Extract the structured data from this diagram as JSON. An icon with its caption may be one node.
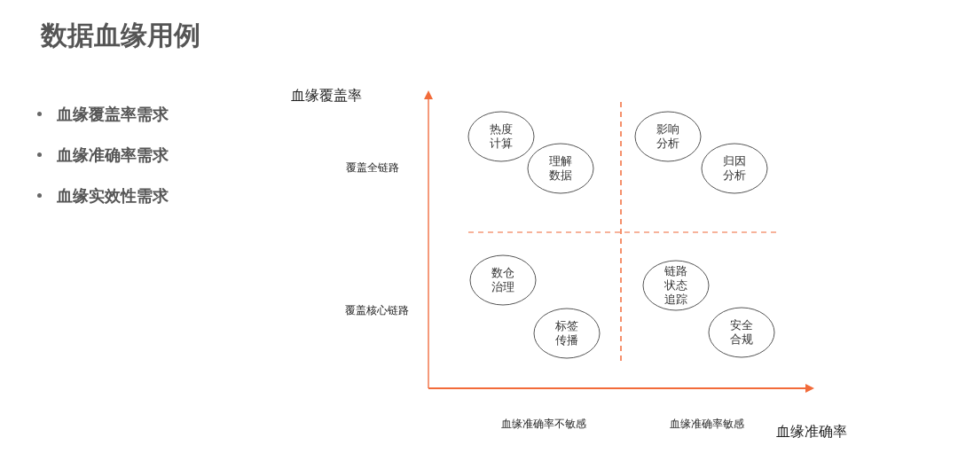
{
  "diagram": {
    "title": "数据血缘用例",
    "nodes": [
      {
        "text": [
          "热度计算"
        ]
      },
      {
        "text": [
          "理解数据"
        ]
      },
      {
        "text": [
          "影响分析"
        ]
      },
      {
        "text": [
          "归因分析"
        ]
      },
      {
        "text": [
          "数仓治理"
        ]
      },
      {
        "text": [
          "标签传播"
        ]
      },
      {
        "text": [
          "链路状态追踪"
        ]
      },
      {
        "text": [
          "安全合规"
        ]
      }
    ],
    "edges": [],
    "labels": [
      "血缘覆盖率需求",
      "血缘准确率需求",
      "血缘实效性需求",
      "血缘覆盖率",
      "覆盖全链路",
      "覆盖核心链路",
      "血缘准确率不敏感",
      "血缘准确率敏感",
      "血缘准确率"
    ]
  }
}
